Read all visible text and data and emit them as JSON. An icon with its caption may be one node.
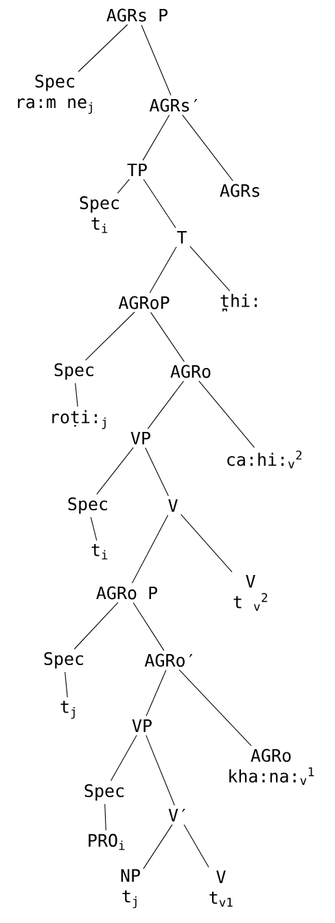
{
  "diagram": {
    "nodes": [
      {
        "text": [
          "AGRs P"
        ]
      },
      {
        "text": [
          "Spec",
          "ra:m ne$_{j}$"
        ]
      },
      {
        "text": [
          "AGRs′"
        ]
      },
      {
        "text": [
          "TP"
        ]
      },
      {
        "text": [
          "AGRs"
        ]
      },
      {
        "text": [
          "Spec",
          "t$_{i}$"
        ]
      },
      {
        "text": [
          "T"
        ]
      },
      {
        "text": [
          "AGRoP"
        ]
      },
      {
        "text": [
          "t̪hi:"
        ]
      },
      {
        "text": [
          "Spec"
        ]
      },
      {
        "text": [
          "AGRo"
        ]
      },
      {
        "text": [
          "roṭi:$_{j}$"
        ]
      },
      {
        "text": [
          "VP"
        ]
      },
      {
        "text": [
          "ca:hi:$_{v}$$^{2}$"
        ]
      },
      {
        "text": [
          "Spec"
        ]
      },
      {
        "text": [
          "V"
        ]
      },
      {
        "text": [
          "t$_{i}$"
        ]
      },
      {
        "text": [
          "AGRo P"
        ]
      },
      {
        "text": [
          "V",
          "t $_{v}$$^{2}$"
        ]
      },
      {
        "text": [
          "Spec"
        ]
      },
      {
        "text": [
          "AGRo′"
        ]
      },
      {
        "text": [
          "t$_{j}$"
        ]
      },
      {
        "text": [
          "VP"
        ]
      },
      {
        "text": [
          "AGRo",
          "kha:na:$_{v}$$^{1}$"
        ]
      },
      {
        "text": [
          "Spec"
        ]
      },
      {
        "text": [
          "V′"
        ]
      },
      {
        "text": [
          "PRO$_{i}$"
        ]
      },
      {
        "text": [
          "NP",
          "t$_{j}$"
        ]
      },
      {
        "text": [
          "V",
          "t$_{v1}$"
        ]
      }
    ],
    "edges": [
      {
        "from": 0,
        "to": 1,
        "arrow": "none"
      },
      {
        "from": 0,
        "to": 2,
        "arrow": "none"
      },
      {
        "from": 2,
        "to": 3,
        "arrow": "none"
      },
      {
        "from": 2,
        "to": 4,
        "arrow": "none"
      },
      {
        "from": 3,
        "to": 5,
        "arrow": "none"
      },
      {
        "from": 3,
        "to": 6,
        "arrow": "none"
      },
      {
        "from": 6,
        "to": 7,
        "arrow": "none"
      },
      {
        "from": 6,
        "to": 8,
        "arrow": "none"
      },
      {
        "from": 7,
        "to": 9,
        "arrow": "none"
      },
      {
        "from": 7,
        "to": 10,
        "arrow": "none"
      },
      {
        "from": 9,
        "to": 11,
        "arrow": "none"
      },
      {
        "from": 10,
        "to": 12,
        "arrow": "none"
      },
      {
        "from": 10,
        "to": 13,
        "arrow": "none"
      },
      {
        "from": 12,
        "to": 14,
        "arrow": "none"
      },
      {
        "from": 12,
        "to": 15,
        "arrow": "none"
      },
      {
        "from": 14,
        "to": 16,
        "arrow": "none"
      },
      {
        "from": 15,
        "to": 17,
        "arrow": "none"
      },
      {
        "from": 15,
        "to": 18,
        "arrow": "none"
      },
      {
        "from": 17,
        "to": 19,
        "arrow": "none"
      },
      {
        "from": 17,
        "to": 20,
        "arrow": "none"
      },
      {
        "from": 19,
        "to": 21,
        "arrow": "none"
      },
      {
        "from": 20,
        "to": 22,
        "arrow": "none"
      },
      {
        "from": 20,
        "to": 23,
        "arrow": "none"
      },
      {
        "from": 22,
        "to": 24,
        "arrow": "none"
      },
      {
        "from": 22,
        "to": 25,
        "arrow": "none"
      },
      {
        "from": 24,
        "to": 26,
        "arrow": "none"
      },
      {
        "from": 25,
        "to": 27,
        "arrow": "none"
      },
      {
        "from": 25,
        "to": 28,
        "arrow": "none"
      }
    ]
  }
}
